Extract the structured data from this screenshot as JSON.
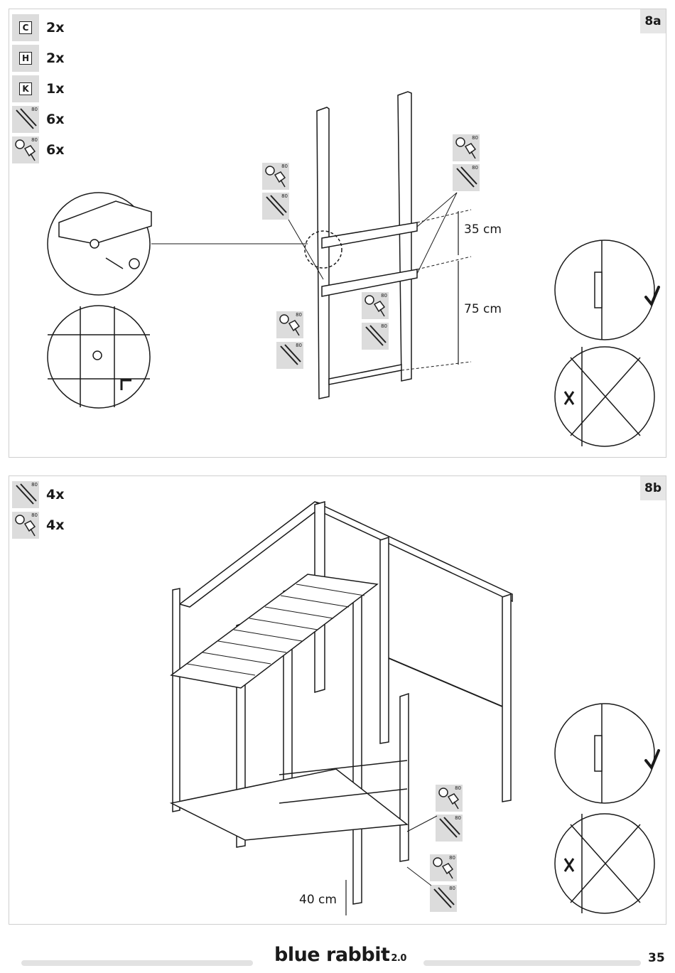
{
  "step_8a": {
    "badge": "8a",
    "parts": [
      {
        "kind": "letter",
        "letter": "C",
        "qty": "2x"
      },
      {
        "kind": "letter",
        "letter": "H",
        "qty": "2x"
      },
      {
        "kind": "letter",
        "letter": "K",
        "qty": "1x"
      },
      {
        "kind": "screw-icon",
        "qty": "6x"
      },
      {
        "kind": "bolt-icon",
        "qty": "6x"
      }
    ],
    "tile_number": "80",
    "dim_top": "35 cm",
    "dim_bottom": "75 cm"
  },
  "step_8b": {
    "badge": "8b",
    "parts": [
      {
        "kind": "screw-icon",
        "qty": "4x"
      },
      {
        "kind": "bolt-icon",
        "qty": "4x"
      }
    ],
    "tile_number": "80",
    "dim": "40 cm"
  },
  "footer": {
    "brand": "blue rabbit",
    "brand_version": "2.0",
    "page_number": "35"
  }
}
